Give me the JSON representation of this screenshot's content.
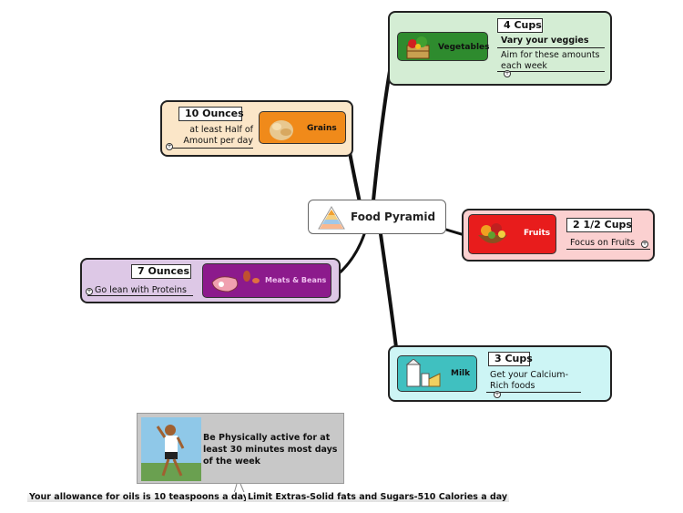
{
  "central": {
    "title": "Food Pyramid"
  },
  "branches": {
    "vegetables": {
      "topic": "Vegetables",
      "amount": "4 Cups",
      "tip": "Vary your veggies",
      "note": "Aim for these amounts each week",
      "color": "#d4edd4",
      "topic_color": "#2e8b2e"
    },
    "grains": {
      "topic": "Grains",
      "amount": "10 Ounces",
      "note": "at least Half of Amount per day",
      "color": "#fbe6c8",
      "topic_color": "#f08a1a"
    },
    "fruits": {
      "topic": "Fruits",
      "amount": "2 1/2 Cups",
      "note": "Focus on Fruits",
      "color": "#fbd0d0",
      "topic_color": "#e81c1c"
    },
    "meats": {
      "topic": "Meats & Beans",
      "amount": "7 Ounces",
      "note": "Go lean with Proteins",
      "color": "#ddc8e6",
      "topic_color": "#8c1a8c"
    },
    "milk": {
      "topic": "Milk",
      "amount": "3 Cups",
      "note": "Get your Calcium-Rich foods",
      "color": "#cdf5f5",
      "topic_color": "#40c0c0"
    }
  },
  "activity": {
    "text": "Be Physically active for at least 30 minutes most days of the week"
  },
  "footer": {
    "oils": "Your allowance for oils is 10 teaspoons a day",
    "extras": "Limit Extras-Solid fats and Sugars-510 Calories a day"
  }
}
